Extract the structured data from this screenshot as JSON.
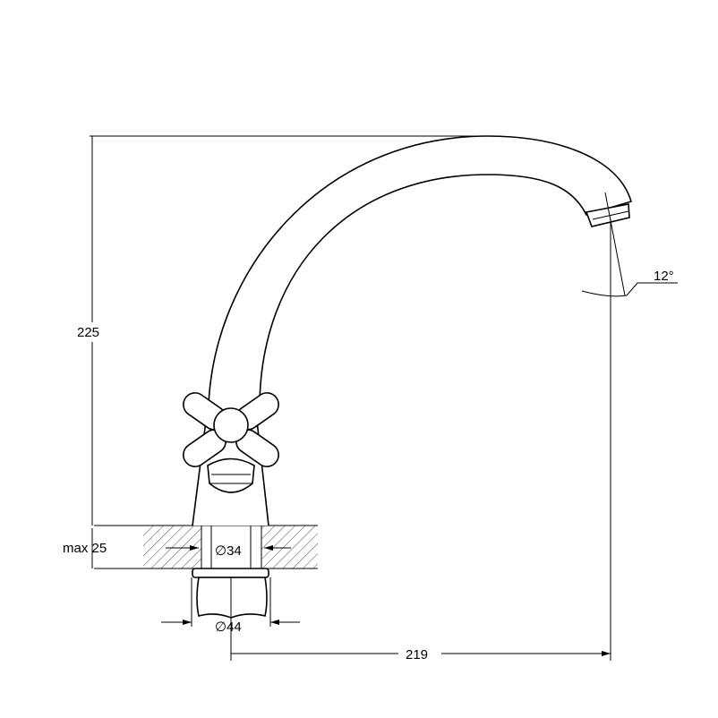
{
  "drawing": {
    "dimensions": {
      "height": "225",
      "max_counter_thickness": "max 25",
      "hole_diameter": "∅34",
      "nut_diameter": "∅44",
      "reach": "219",
      "spout_angle": "12°"
    }
  }
}
